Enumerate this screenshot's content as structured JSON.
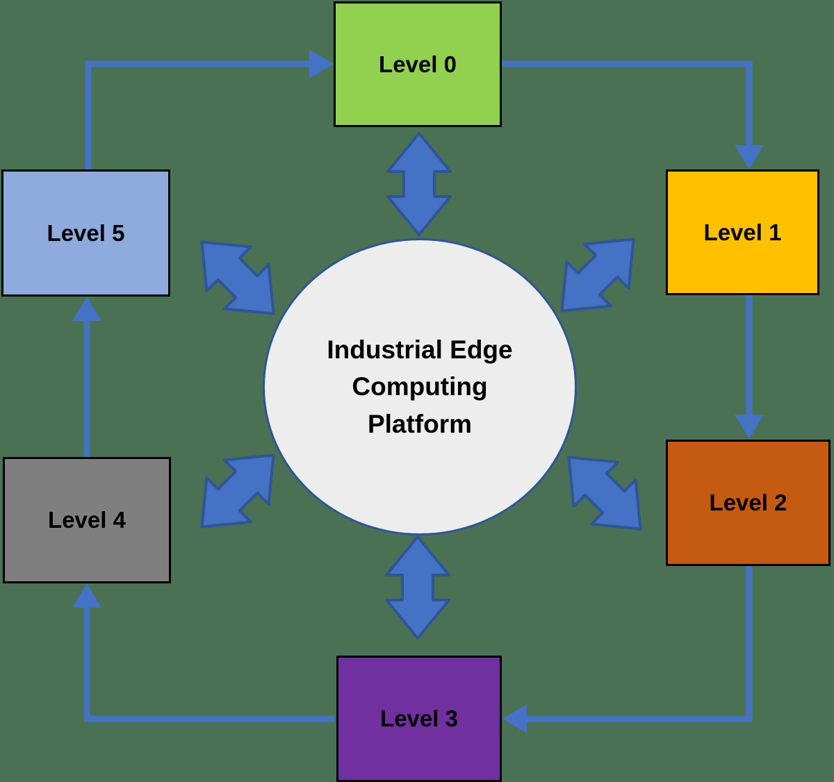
{
  "diagram": {
    "title": "Industrial edge computing levels diagram",
    "center": {
      "label": "Industrial Edge\nComputing\nPlatform",
      "fill": "#EDEDED",
      "border_color": "#2F5597"
    },
    "nodes": [
      {
        "id": "level-0",
        "label": "Level 0",
        "color": "#92D050",
        "position": "top-center"
      },
      {
        "id": "level-1",
        "label": "Level 1",
        "color": "#FFC000",
        "position": "right-upper"
      },
      {
        "id": "level-2",
        "label": "Level 2",
        "color": "#C55A11",
        "position": "right-lower"
      },
      {
        "id": "level-3",
        "label": "Level 3",
        "color": "#7030A0",
        "position": "bottom-center"
      },
      {
        "id": "level-4",
        "label": "Level 4",
        "color": "#7F7F7F",
        "position": "left-lower"
      },
      {
        "id": "level-5",
        "label": "Level 5",
        "color": "#8FAADC",
        "position": "left-upper"
      }
    ],
    "flow_arrows": [
      {
        "from": "Level 5",
        "to": "Level 0"
      },
      {
        "from": "Level 0",
        "to": "Level 1"
      },
      {
        "from": "Level 1",
        "to": "Level 2"
      },
      {
        "from": "Level 2",
        "to": "Level 3"
      },
      {
        "from": "Level 3",
        "to": "Level 4"
      },
      {
        "from": "Level 4",
        "to": "Level 5"
      }
    ],
    "bidirectional_arrows": [
      {
        "between": "center",
        "and": "Level 0",
        "orientation": "vertical"
      },
      {
        "between": "center",
        "and": "Level 1",
        "orientation": "diagonal-ne-sw"
      },
      {
        "between": "center",
        "and": "Level 2",
        "orientation": "diagonal-nw-se"
      },
      {
        "between": "center",
        "and": "Level 3",
        "orientation": "vertical"
      },
      {
        "between": "center",
        "and": "Level 4",
        "orientation": "diagonal-ne-sw"
      },
      {
        "between": "center",
        "and": "Level 5",
        "orientation": "diagonal-nw-se"
      }
    ],
    "colors": {
      "background": "#4A7153",
      "connector_blue": "#4472C4",
      "arrow_outline_blue": "#2F5597",
      "node_border": "#000000",
      "text": "#000000"
    }
  }
}
